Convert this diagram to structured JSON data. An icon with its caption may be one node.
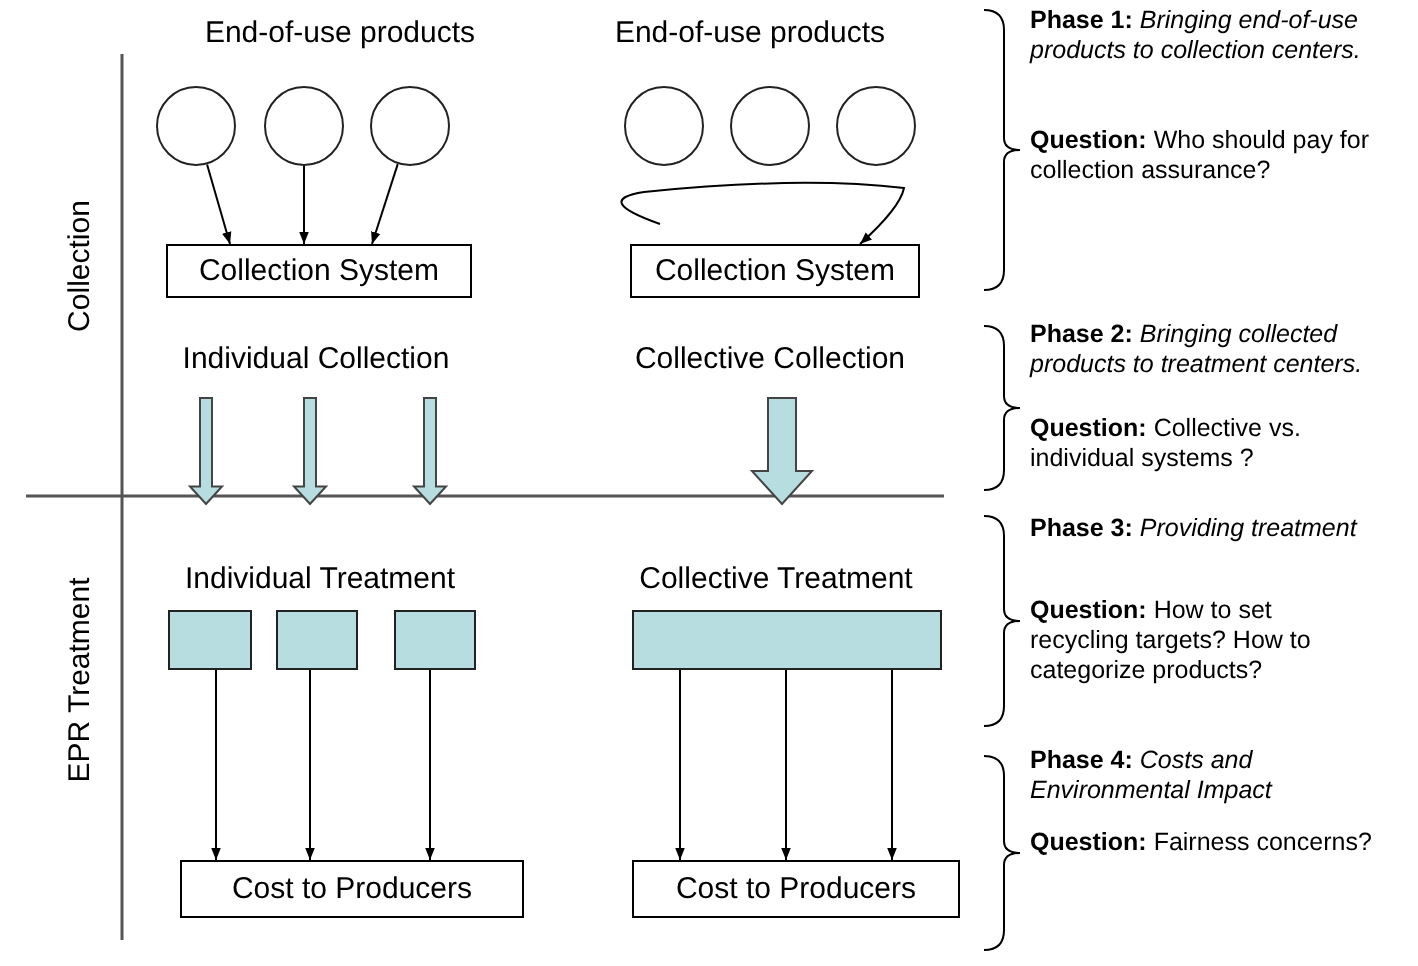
{
  "diagram": {
    "nodes": [
      {
        "text": [],
        "shape": "circle"
      },
      {
        "text": [],
        "shape": "circle"
      },
      {
        "text": [],
        "shape": "circle"
      },
      {
        "text": [
          "Collection System"
        ]
      },
      {
        "text": [],
        "shape": "circle"
      },
      {
        "text": [],
        "shape": "circle"
      },
      {
        "text": [],
        "shape": "circle"
      },
      {
        "text": [
          "Collection System"
        ]
      },
      {
        "text": [],
        "shape": "box"
      },
      {
        "text": [],
        "shape": "box"
      },
      {
        "text": [],
        "shape": "box"
      },
      {
        "text": [],
        "shape": "box"
      },
      {
        "text": [
          "Cost to Producers"
        ]
      },
      {
        "text": [
          "Cost to Producers"
        ]
      }
    ],
    "edges": [
      {
        "from": 0,
        "to": 3,
        "arrow": "to"
      },
      {
        "from": 1,
        "to": 3,
        "arrow": "to"
      },
      {
        "from": 2,
        "to": 3,
        "arrow": "to"
      },
      {
        "from": null,
        "to": 7,
        "arrow": "to"
      },
      {
        "from": 8,
        "to": 12,
        "arrow": "to"
      },
      {
        "from": 9,
        "to": 12,
        "arrow": "to"
      },
      {
        "from": 10,
        "to": 12,
        "arrow": "to"
      },
      {
        "from": 11,
        "to": 13,
        "arrow": "to"
      },
      {
        "from": 11,
        "to": 13,
        "arrow": "to"
      },
      {
        "from": 11,
        "to": 13,
        "arrow": "to"
      }
    ],
    "labels": [
      "End-of-use products",
      "End-of-use products",
      "Collection",
      "Individual Collection",
      "Collective Collection",
      "EPR Treatment",
      "Individual Treatment",
      "Collective Treatment",
      "**Phase 1:** *Bringing end-of-use products to collection centers.*",
      "**Question:** Who should pay for collection assurance?",
      "**Phase 2:** *Bringing collected products to treatment centers.*",
      "**Question:** Collective vs. individual systems ?",
      "**Phase 3:** *Providing treatment*",
      "**Question:** How to set recycling targets? How to categorize products?",
      "**Phase 4:** *Costs and Environmental Impact*",
      "**Question:**  Fairness concerns?"
    ]
  }
}
